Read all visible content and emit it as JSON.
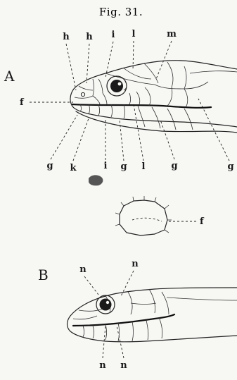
{
  "figure": {
    "title": "Fig. 31.",
    "panels": {
      "a": {
        "letter": "A",
        "top_labels": [
          "h",
          "h",
          "i",
          "l",
          "m"
        ],
        "side_label": "f",
        "bottom_labels": [
          "g",
          "k",
          "i",
          "g",
          "l",
          "g",
          "g"
        ]
      },
      "detail": {
        "label": "f"
      },
      "b": {
        "letter": "B",
        "top_labels": [
          "n",
          "n"
        ],
        "bottom_labels": [
          "n",
          "n"
        ]
      }
    }
  }
}
